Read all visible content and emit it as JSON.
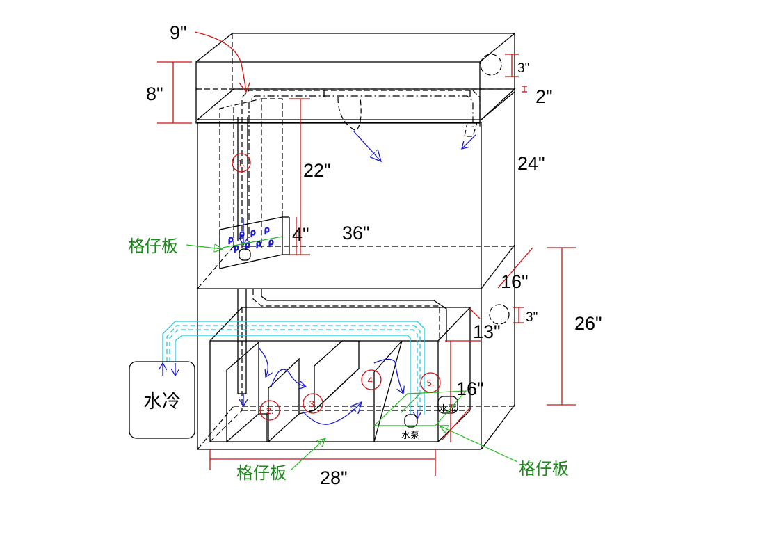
{
  "dimensions": {
    "canopy_height": "8\"",
    "canopy_offset": "9\"",
    "overflow_hole": "3\"",
    "rim_gap": "2\"",
    "overflow_box_height": "22\"",
    "tank_height": "24\"",
    "grate_height": "4\"",
    "tank_length": "36\"",
    "tank_depth": "16\"",
    "return_hole": "3\"",
    "stand_height": "26\"",
    "sump_height": "13\"",
    "sump_depth": "16\"",
    "sump_length": "28\""
  },
  "labels": {
    "grate_top": "格仔板",
    "grate_bottom_left": "格仔板",
    "grate_bottom_right": "格仔板",
    "chiller": "水冷",
    "pump_main": "水泵",
    "pump_small": "水泵"
  },
  "steps": [
    "1.",
    "2.",
    "3.",
    "4.",
    "5."
  ],
  "colors": {
    "dimension_red": "#d01010",
    "flow_blue": "#1a1ad0",
    "grate_green": "#22bb22",
    "label_green": "#1a8a1a",
    "chiller_pipe_cyan": "#22c8e0"
  }
}
